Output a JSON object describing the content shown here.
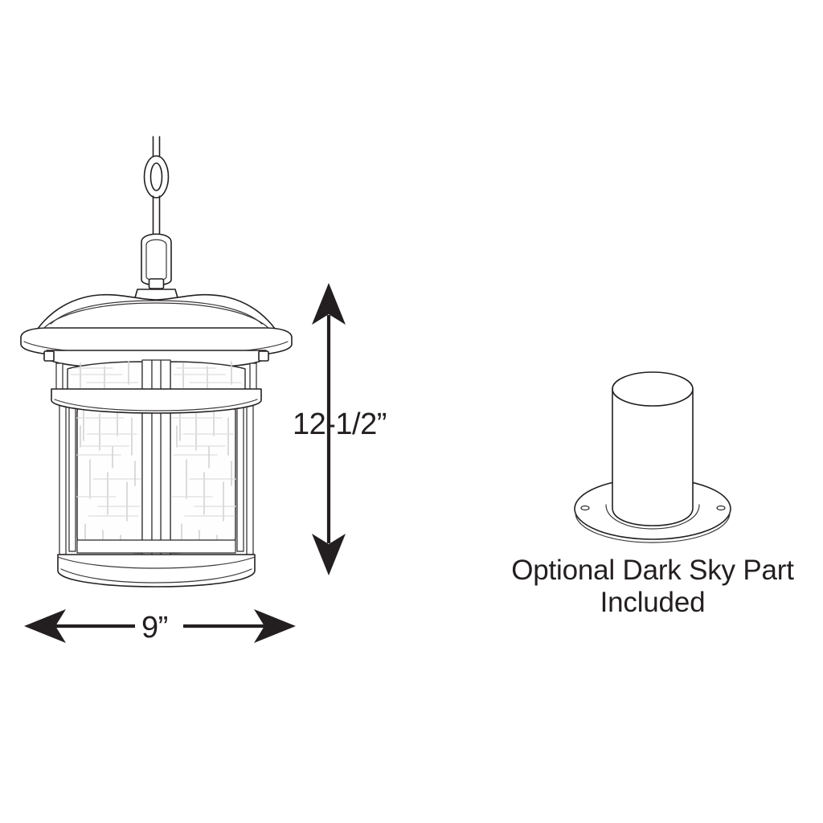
{
  "document": {
    "type": "product-dimension-diagram",
    "background_color": "#ffffff",
    "line_color": "#231f20",
    "glass_texture_color": "#d2d2d2"
  },
  "product": {
    "name": "outdoor-hanging-lantern",
    "description": "Craftsman style outdoor pendant lantern with domed cap, linen glass panels and cage frame, suspended by a chain"
  },
  "dimensions": {
    "height": {
      "label": "12-1/2”",
      "orientation": "vertical",
      "arrow_style": "double-headed"
    },
    "width": {
      "label": "9”",
      "orientation": "horizontal",
      "arrow_style": "double-headed"
    }
  },
  "accessory": {
    "name": "dark-sky-shield",
    "caption_line_1": "Optional Dark Sky Part",
    "caption_line_2": "Included",
    "caption": "Optional Dark Sky Part\nIncluded"
  },
  "icons": {
    "chain_link": "chain-link-icon",
    "arrow_up": "arrow-up-icon",
    "arrow_down": "arrow-down-icon",
    "arrow_left": "arrow-left-icon",
    "arrow_right": "arrow-right-icon"
  }
}
